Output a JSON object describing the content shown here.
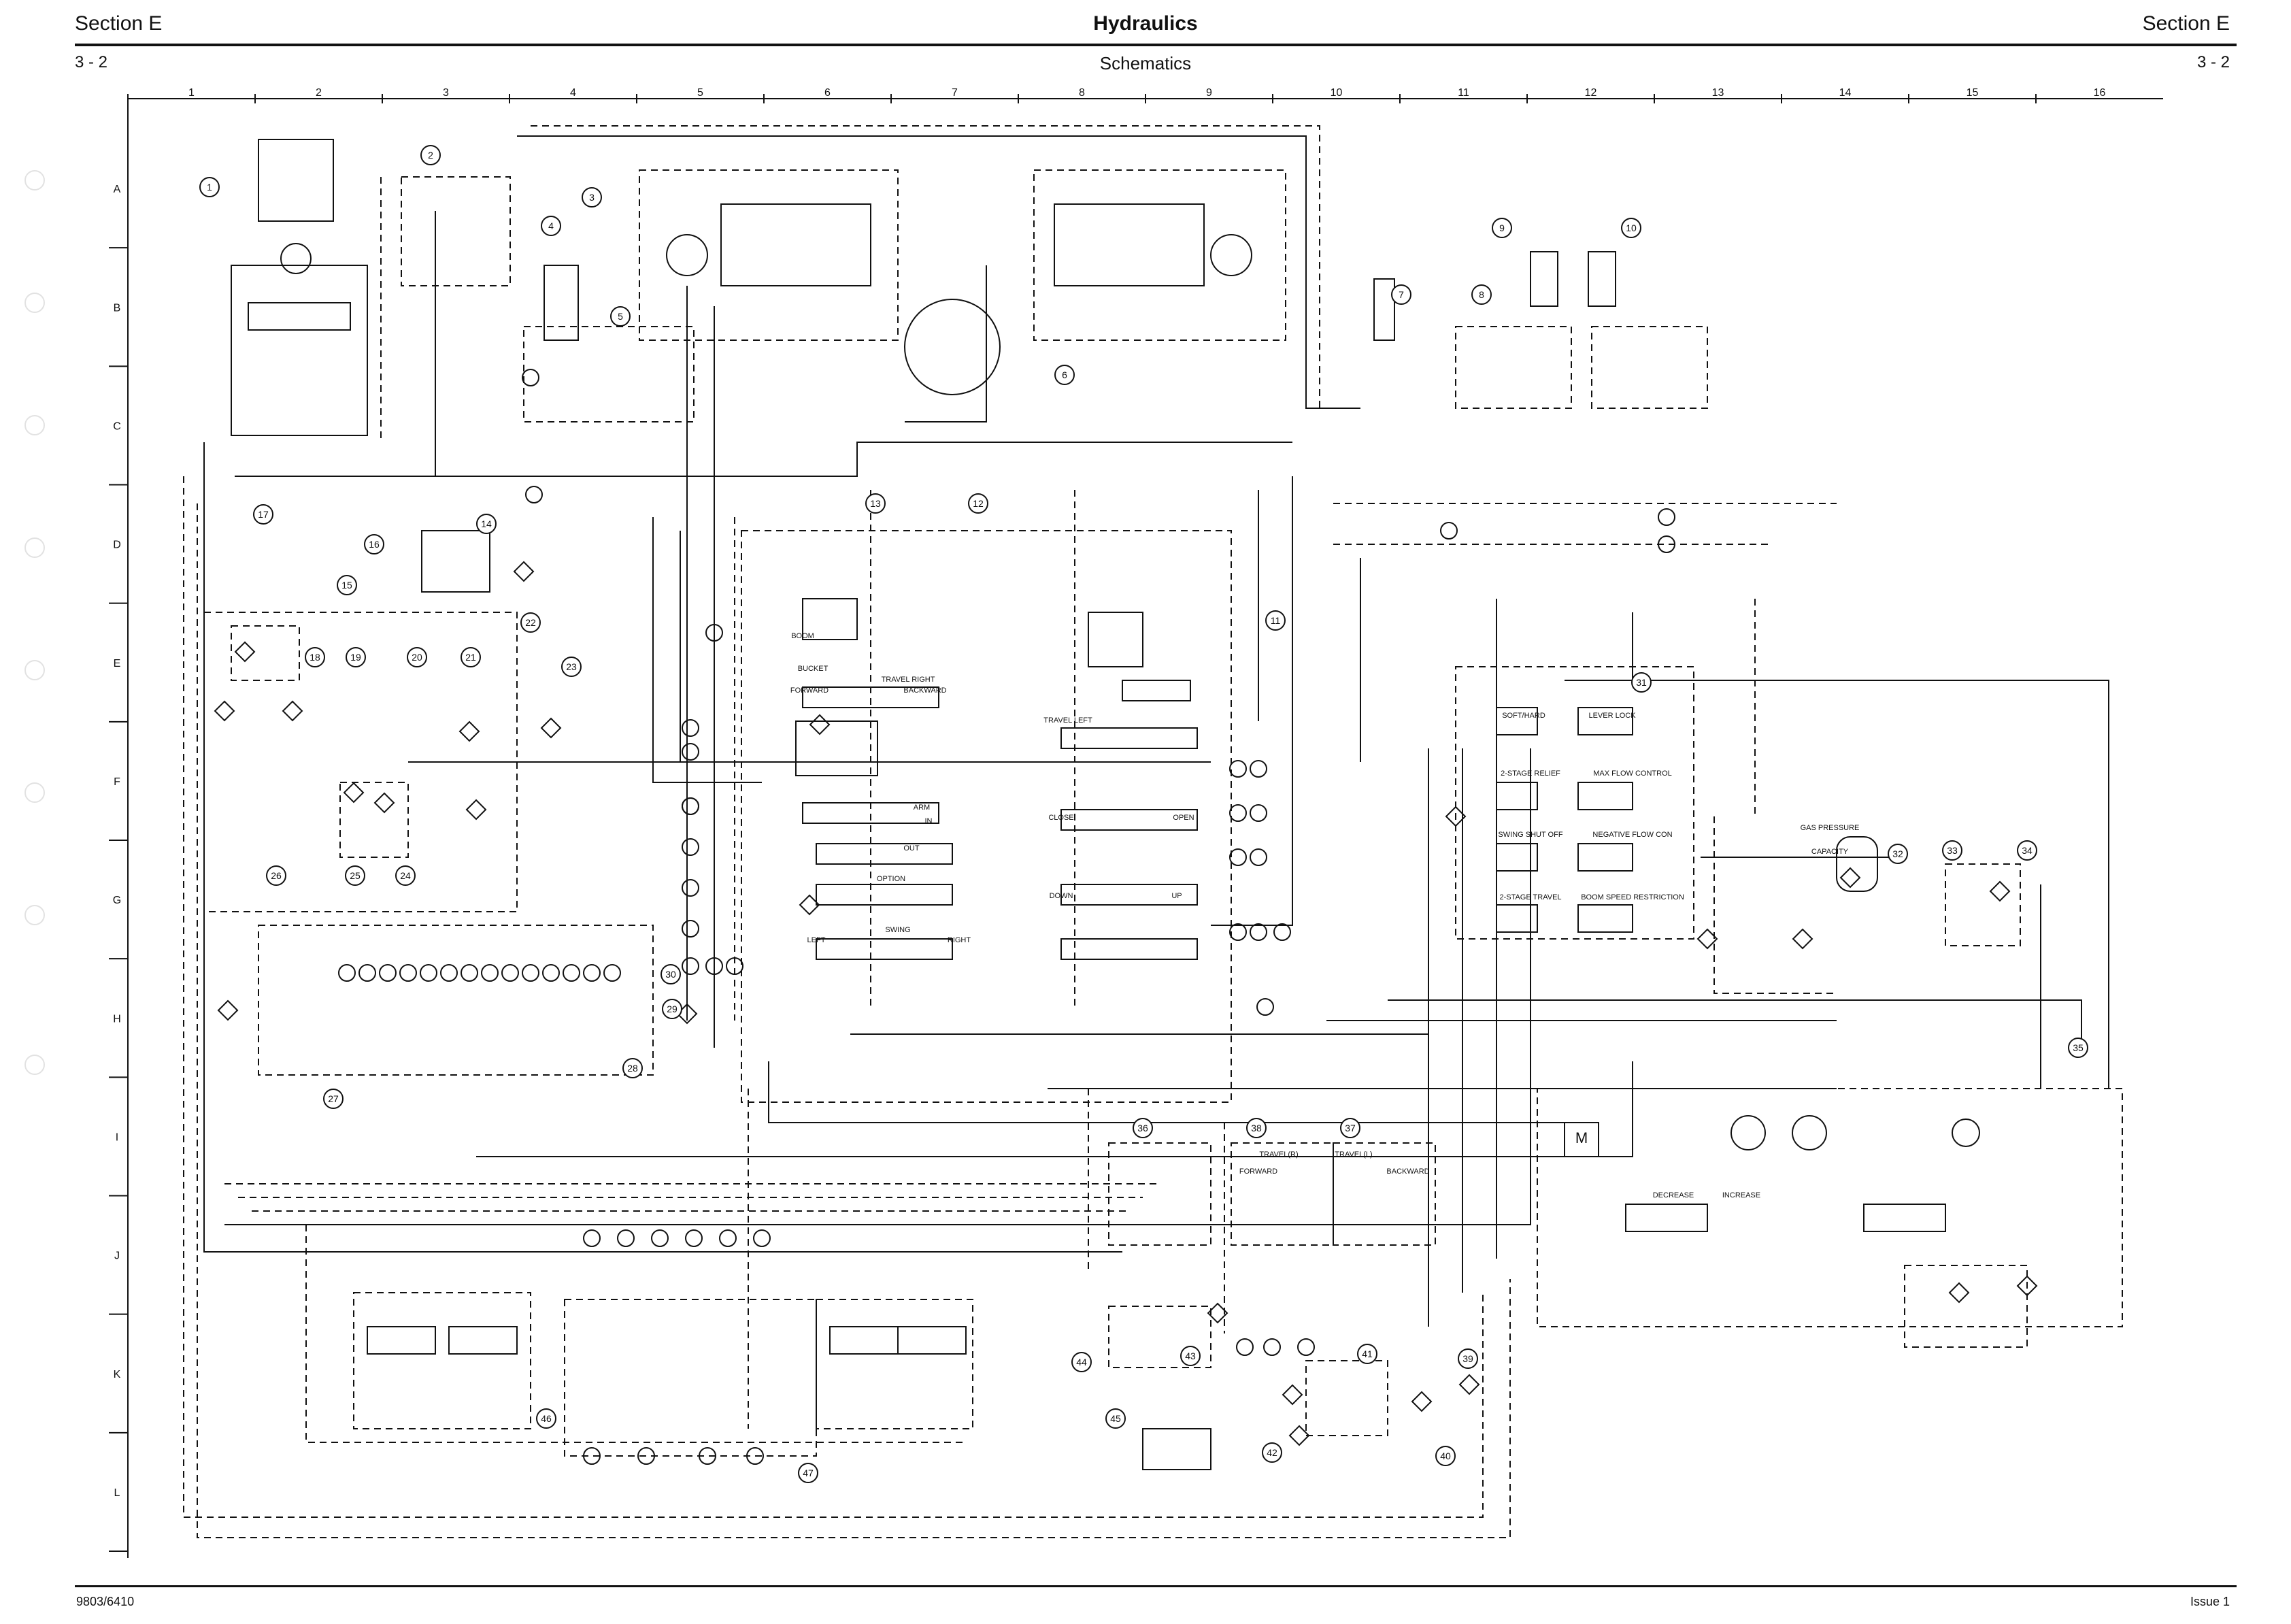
{
  "header": {
    "section_left": "Section E",
    "title": "Hydraulics",
    "section_right": "Section E",
    "page_left": "3 - 2",
    "subtitle": "Schematics",
    "page_right": "3 - 2"
  },
  "footer": {
    "doc_number": "9803/6410",
    "issue": "Issue 1"
  },
  "grid": {
    "columns": [
      "1",
      "2",
      "3",
      "4",
      "5",
      "6",
      "7",
      "8",
      "9",
      "10",
      "11",
      "12",
      "13",
      "14",
      "15",
      "16"
    ],
    "rows": [
      "A",
      "B",
      "C",
      "D",
      "E",
      "F",
      "G",
      "H",
      "I",
      "J",
      "K",
      "L"
    ]
  },
  "callouts": [
    "1",
    "2",
    "3",
    "4",
    "5",
    "6",
    "7",
    "8",
    "9",
    "10",
    "11",
    "12",
    "13",
    "14",
    "15",
    "16",
    "17",
    "18",
    "19",
    "20",
    "21",
    "22",
    "23",
    "24",
    "25",
    "26",
    "27",
    "28",
    "29",
    "30",
    "31",
    "32",
    "33",
    "34",
    "35",
    "36",
    "37",
    "38",
    "39",
    "40",
    "41",
    "42",
    "43",
    "44",
    "45",
    "46",
    "47"
  ],
  "labels": {
    "forward_r": "FORWARD",
    "backward_r": "BACKWARD",
    "travel_right": "TRAVEL RIGHT",
    "travel_left": "TRAVEL LEFT",
    "boom": "BOOM",
    "bucket": "BUCKET",
    "arm": "ARM",
    "option": "OPTION",
    "swing": "SWING",
    "close": "CLOSE",
    "open": "OPEN",
    "down": "DOWN",
    "up": "UP",
    "left": "LEFT",
    "right": "RIGHT",
    "in": "IN",
    "out": "OUT",
    "soft_hard": "SOFT/HARD",
    "lever_lock": "LEVER LOCK",
    "two_stage_relief": "2-STAGE RELIEF",
    "max_flow_control": "MAX FLOW CONTROL",
    "swing_shut_off": "SWING SHUT OFF",
    "negative_flow_con": "NEGATIVE FLOW CON",
    "two_stage_travel": "2-STAGE TRAVEL",
    "boom_speed_restriction": "BOOM SPEED RESTRICTION",
    "gas_pressure": "GAS PRESSURE",
    "capacity": "CAPACITY",
    "motor": "M",
    "decrease": "DECREASE",
    "increase": "INCREASE",
    "travel_r_small": "TRAVEL(R)",
    "travel_l_small": "TRAVEL(L)",
    "forward_b": "FORWARD",
    "backward_b": "BACKWARD"
  },
  "colors": {
    "line": "#111111",
    "background": "#ffffff",
    "page_hole": "#e2e2e2"
  }
}
